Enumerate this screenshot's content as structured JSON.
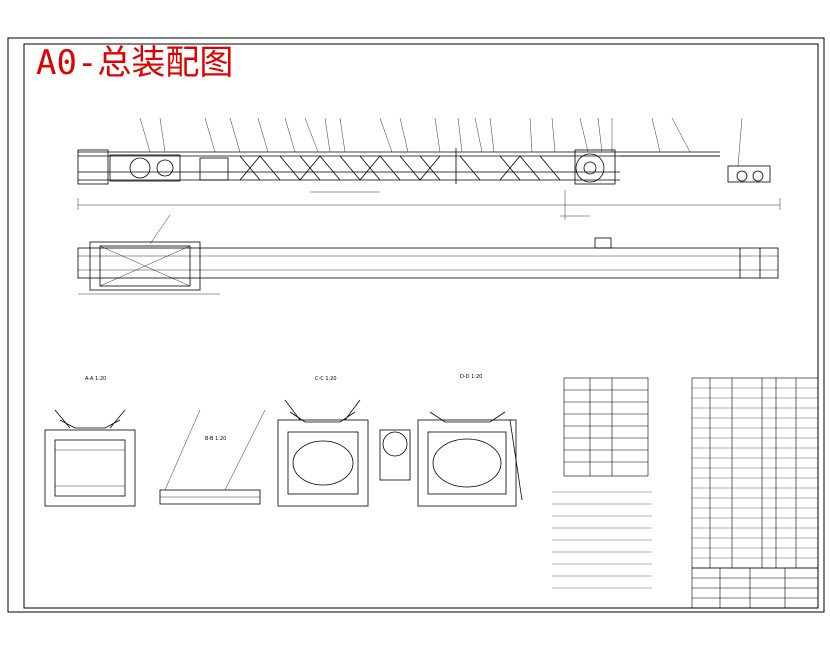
{
  "drawing": {
    "title": "A0-总装配图",
    "title_color": "#e00000",
    "line_color": "#000000",
    "background": "#ffffff",
    "section_labels": [
      "A-A 1:20",
      "B-B 1:20",
      "C-C 1:20",
      "D-D 1:20"
    ],
    "views": [
      "elevation-view",
      "plan-view",
      "section-a",
      "section-b",
      "section-c",
      "section-d"
    ],
    "tables": [
      "technical-requirements-table",
      "parts-list",
      "title-block"
    ]
  }
}
